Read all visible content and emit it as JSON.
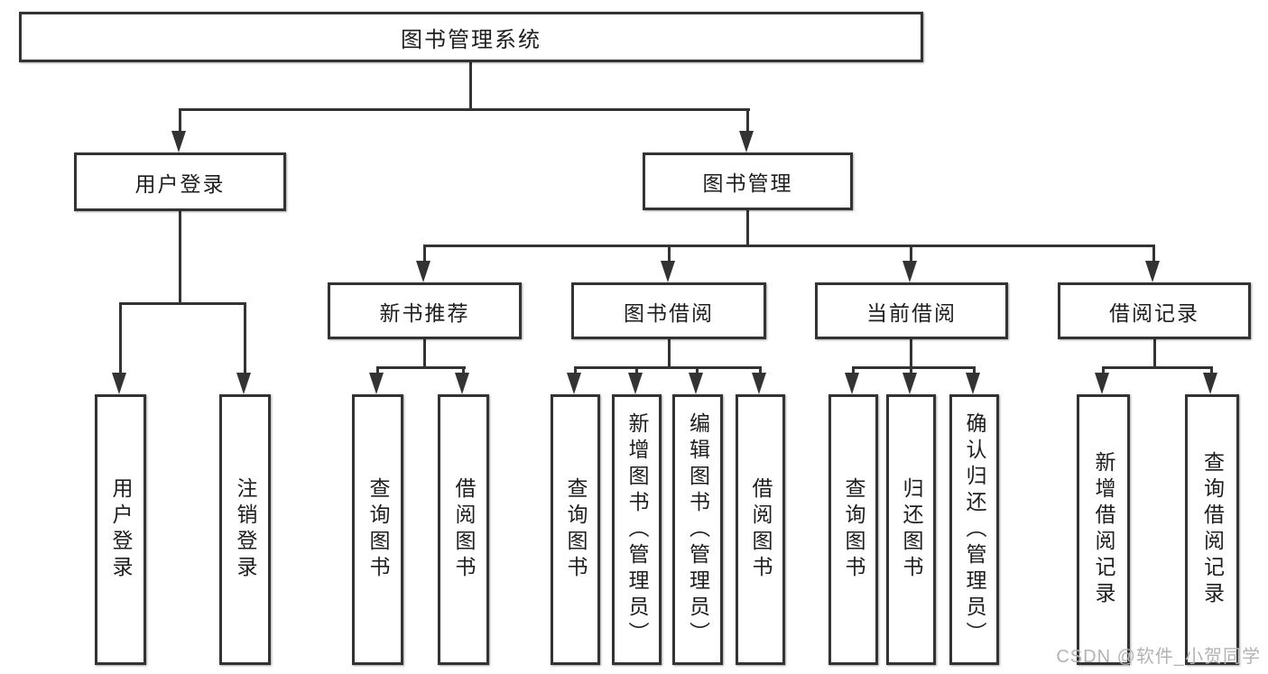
{
  "diagram": {
    "nodes": {
      "root": "图书管理系统",
      "user_login": "用户登录",
      "book_mgmt": "图书管理",
      "new_books": "新书推荐",
      "book_borrow": "图书借阅",
      "current_borrow": "当前借阅",
      "borrow_records": "借阅记录"
    },
    "leaves": {
      "user_login": [
        "用户登录",
        "注销登录"
      ],
      "new_books": [
        "查询图书",
        "借阅图书"
      ],
      "book_borrow": [
        "查询图书",
        "新增图书（管理员）",
        "编辑图书（管理员）",
        "借阅图书"
      ],
      "current_borrow": [
        "查询图书",
        "归还图书",
        "确认归还（管理员）"
      ],
      "borrow_records": [
        "新增借阅记录",
        "查询借阅记录"
      ]
    },
    "watermark": "CSDN @软件_小贺同学",
    "colors": {
      "line": "#333333",
      "box_border": "#333333",
      "text": "#1e1e1e",
      "background": "#ffffff",
      "watermark": "#b3b3b3"
    }
  }
}
